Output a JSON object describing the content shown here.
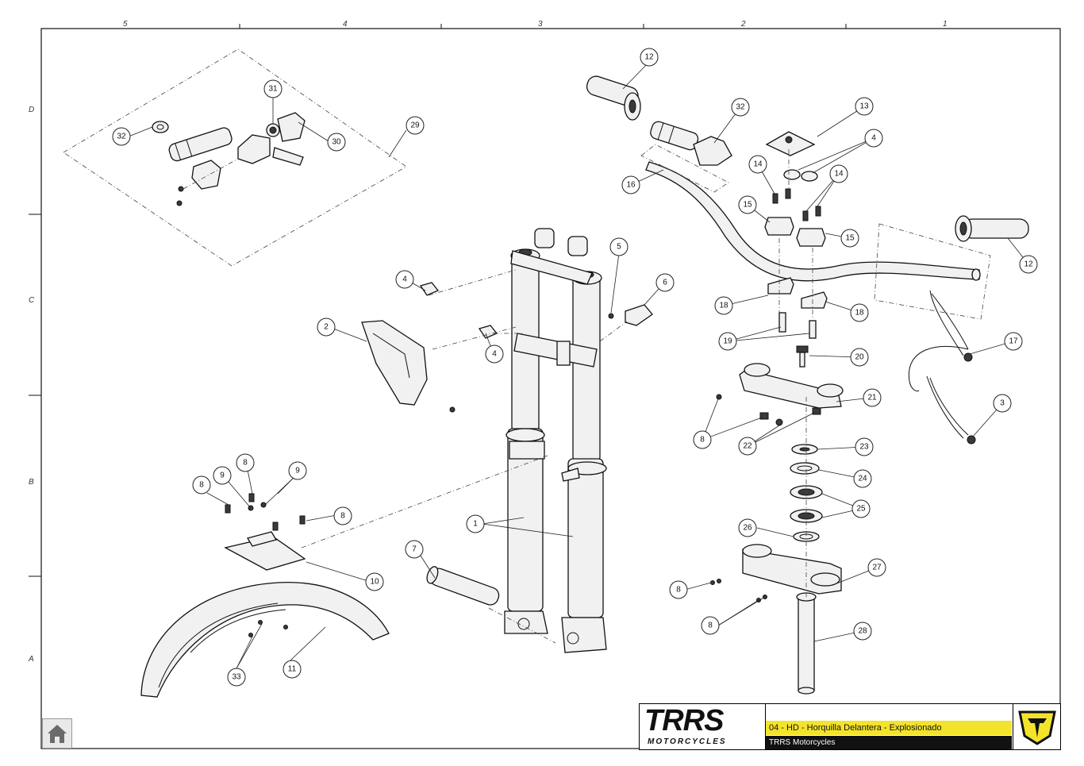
{
  "drawing": {
    "title": "04 - HD - Horquilla Delantera - Explosionado",
    "owner": "TRRS Motorcycles",
    "brand_name": "TRRS",
    "brand_sub": "MOTORCYCLES",
    "zones_top": [
      "5",
      "4",
      "3",
      "2",
      "1"
    ],
    "zones_left": [
      "D",
      "C",
      "B",
      "A"
    ],
    "logo_icon": "trrs-shield-logo",
    "brand_color": "#f4e32b"
  },
  "callouts": [
    {
      "id": "c12a",
      "label": "12"
    },
    {
      "id": "c13",
      "label": "13"
    },
    {
      "id": "c32b",
      "label": "32"
    },
    {
      "id": "c4a",
      "label": "4"
    },
    {
      "id": "c14a",
      "label": "14"
    },
    {
      "id": "c14b",
      "label": "14"
    },
    {
      "id": "c16",
      "label": "16"
    },
    {
      "id": "c15a",
      "label": "15"
    },
    {
      "id": "c15b",
      "label": "15"
    },
    {
      "id": "c12b",
      "label": "12"
    },
    {
      "id": "c18a",
      "label": "18"
    },
    {
      "id": "c18b",
      "label": "18"
    },
    {
      "id": "c19",
      "label": "19"
    },
    {
      "id": "c20",
      "label": "20"
    },
    {
      "id": "c17",
      "label": "17"
    },
    {
      "id": "c21",
      "label": "21"
    },
    {
      "id": "c3",
      "label": "3"
    },
    {
      "id": "c8a",
      "label": "8"
    },
    {
      "id": "c22",
      "label": "22"
    },
    {
      "id": "c23",
      "label": "23"
    },
    {
      "id": "c24",
      "label": "24"
    },
    {
      "id": "c25",
      "label": "25"
    },
    {
      "id": "c26",
      "label": "26"
    },
    {
      "id": "c27",
      "label": "27"
    },
    {
      "id": "c8b",
      "label": "8"
    },
    {
      "id": "c8c",
      "label": "8"
    },
    {
      "id": "c28",
      "label": "28"
    },
    {
      "id": "c31",
      "label": "31"
    },
    {
      "id": "c32a",
      "label": "32"
    },
    {
      "id": "c30",
      "label": "30"
    },
    {
      "id": "c29",
      "label": "29"
    },
    {
      "id": "c5",
      "label": "5"
    },
    {
      "id": "c6",
      "label": "6"
    },
    {
      "id": "c4b",
      "label": "4"
    },
    {
      "id": "c2",
      "label": "2"
    },
    {
      "id": "c4c",
      "label": "4"
    },
    {
      "id": "c1",
      "label": "1"
    },
    {
      "id": "c7",
      "label": "7"
    },
    {
      "id": "c8d",
      "label": "8"
    },
    {
      "id": "c9a",
      "label": "9"
    },
    {
      "id": "c8e",
      "label": "8"
    },
    {
      "id": "c9b",
      "label": "9"
    },
    {
      "id": "c8f",
      "label": "8"
    },
    {
      "id": "c10",
      "label": "10"
    },
    {
      "id": "c33",
      "label": "33"
    },
    {
      "id": "c11",
      "label": "11"
    }
  ],
  "home_icon": "home-icon"
}
